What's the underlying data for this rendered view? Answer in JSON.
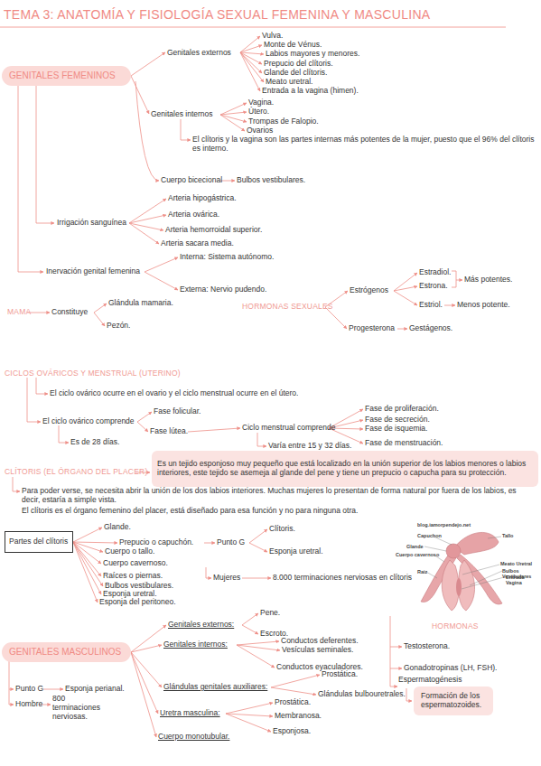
{
  "diagram": {
    "title": "TEMA 3: ANATOMÍA Y FISIOLOGÍA SEXUAL FEMENINA Y MASCULINA",
    "nodes": [
      {
        "text": [
          "GENITALES FEMENINOS"
        ]
      },
      {
        "text": [
          "Es un tejido esponjoso muy pequeño que está localizado en la unión superior de los labios menores o labios interiores, este tejido se asemeja al glande del pene y tiene un prepucio o capucha para su protección."
        ]
      },
      {
        "text": [
          "Partes del clítoris"
        ]
      },
      {
        "text": [
          "GENITALES MASCULINOS"
        ]
      },
      {
        "text": [
          "Formación de los espermatozoides."
        ]
      }
    ],
    "labels": [
      "Genitales externos",
      "Vulva.",
      "Monte de Vénus.",
      "Labios mayores y menores.",
      "Prepucio del clítoris.",
      "Glande del clítoris.",
      "Meato uretral.",
      "Entrada a la vagina (himen).",
      "Genitales internos",
      "Vagina.",
      "Útero.",
      "Trompas de Falopio.",
      "Ovarios",
      "El clítoris y la vagina son las partes internas más potentes de la mujer, puesto que el 96% del clítoris es interno.",
      "Cuerpo bicecional",
      "Bulbos vestibulares.",
      "Irrigación sanguínea",
      "Arteria hipogástrica.",
      "Arteria ovárica.",
      "Arteria hemorroidal superior.",
      "Arteria sacara media.",
      "Inervación genital femenina",
      "Interna: Sistema autónomo.",
      "Externa: Nervio pudendo.",
      "MAMA",
      "Constituye",
      "Glándula mamaria.",
      "Pezón.",
      "HORMONAS SEXUALES",
      "Estrógenos",
      "Estradiol.",
      "Estrona.",
      "Estriol.",
      "Más potentes.",
      "Menos potente.",
      "Progesterona",
      "Gestágenos.",
      "CICLOS OVÁRICOS Y MENSTRUAL (UTERINO)",
      "El ciclo ovárico ocurre en el ovario y el ciclo menstrual ocurre en el útero.",
      "El ciclo ovárico comprende",
      "Fase folicular.",
      "Fase lútea.",
      "Es de 28 días.",
      "Ciclo menstrual comprende",
      "Fase de proliferación.",
      "Fase de secreción.",
      "Fase de isquemia.",
      "Fase de menstruación.",
      "Varía entre 15 y 32 días.",
      "CLÍTORIS (EL ÓRGANO DEL PLACER)",
      "Para poder verse, se necesita abrir la unión de los dos labios interiores. Muchas mujeres lo presentan de forma natural por fuera de los labios, es decir, estaría a simple vista.",
      "El clítoris es el órgano femenino del placer, está diseñado para esa función y no para ninguna otra.",
      "Glande.",
      "Prepucio o capuchón.",
      "Cuerpo o tallo.",
      "Cuerpo cavernoso.",
      "Raíces o piernas.",
      "Bulbos vestibulares.",
      "Esponja uretral.",
      "Esponja del peritoneo.",
      "Punto G",
      "Clítoris.",
      "Esponja uretral.",
      "Mujeres",
      "8.000 terminaciones nerviosas en clítoris",
      "blog.iamorpendejo.net",
      "Capuchon",
      "Tallo",
      "Glande",
      "Cuerpo cavernoso",
      "Meato Uretral",
      "Bulbos Vestibulares",
      "Entrada Vagina",
      "Raiz",
      "Genitales externos:",
      "Pene.",
      "Escroto.",
      "Genitales internos:",
      "Conductos deferentes.",
      "Vesículas seminales.",
      "Conductos eyaculadores.",
      "Glándulas genitales auxiliares:",
      "Prostática.",
      "Glándulas bulbouretrales.",
      "Uretra masculina:",
      "Prostática.",
      "Membranosa.",
      "Esponjosa.",
      "Cuerpo monotubular.",
      "Punto G",
      "Esponja perianal.",
      "Hombre",
      "800 terminaciones nerviosas.",
      "HORMONAS",
      "Testosterona.",
      "Gonadotropinas (LH, FSH).",
      "Espermatogénesis"
    ]
  }
}
